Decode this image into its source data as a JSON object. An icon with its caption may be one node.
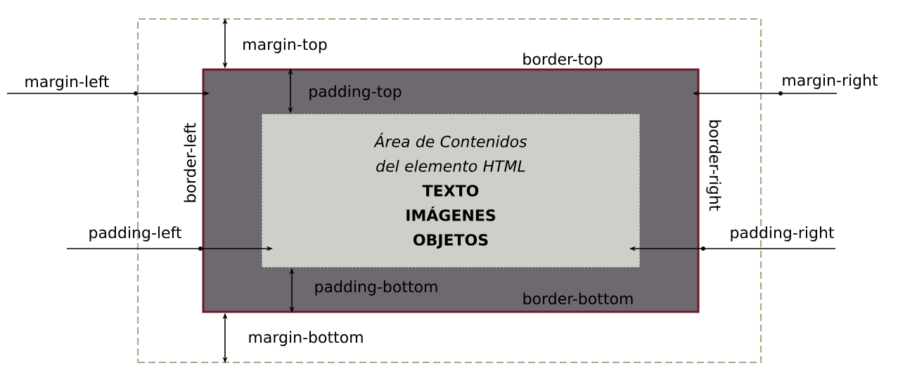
{
  "diagram": {
    "nodes": [
      {
        "text": [],
        "shape": "box"
      },
      {
        "text": [],
        "shape": "box",
        "in": 0
      },
      {
        "text": [
          "Área de Contenidos del elemento HTML",
          "TEXTO",
          "IMÁGENES",
          "OBJETOS"
        ],
        "in": 1
      }
    ],
    "edges": [
      {
        "from": 0,
        "to": 1,
        "arrow": "both",
        "label": "margin-top"
      },
      {
        "from": 1,
        "to": 2,
        "arrow": "both",
        "label": "padding-top"
      },
      {
        "from": 2,
        "to": 1,
        "arrow": "both",
        "label": "padding-bottom"
      },
      {
        "from": 1,
        "to": 0,
        "arrow": "both",
        "label": "margin-bottom"
      }
    ],
    "labels": [
      "border-top",
      "margin-right",
      "margin-left",
      "border-left",
      "border-right",
      "padding-left",
      "padding-right",
      "border-bottom"
    ]
  }
}
